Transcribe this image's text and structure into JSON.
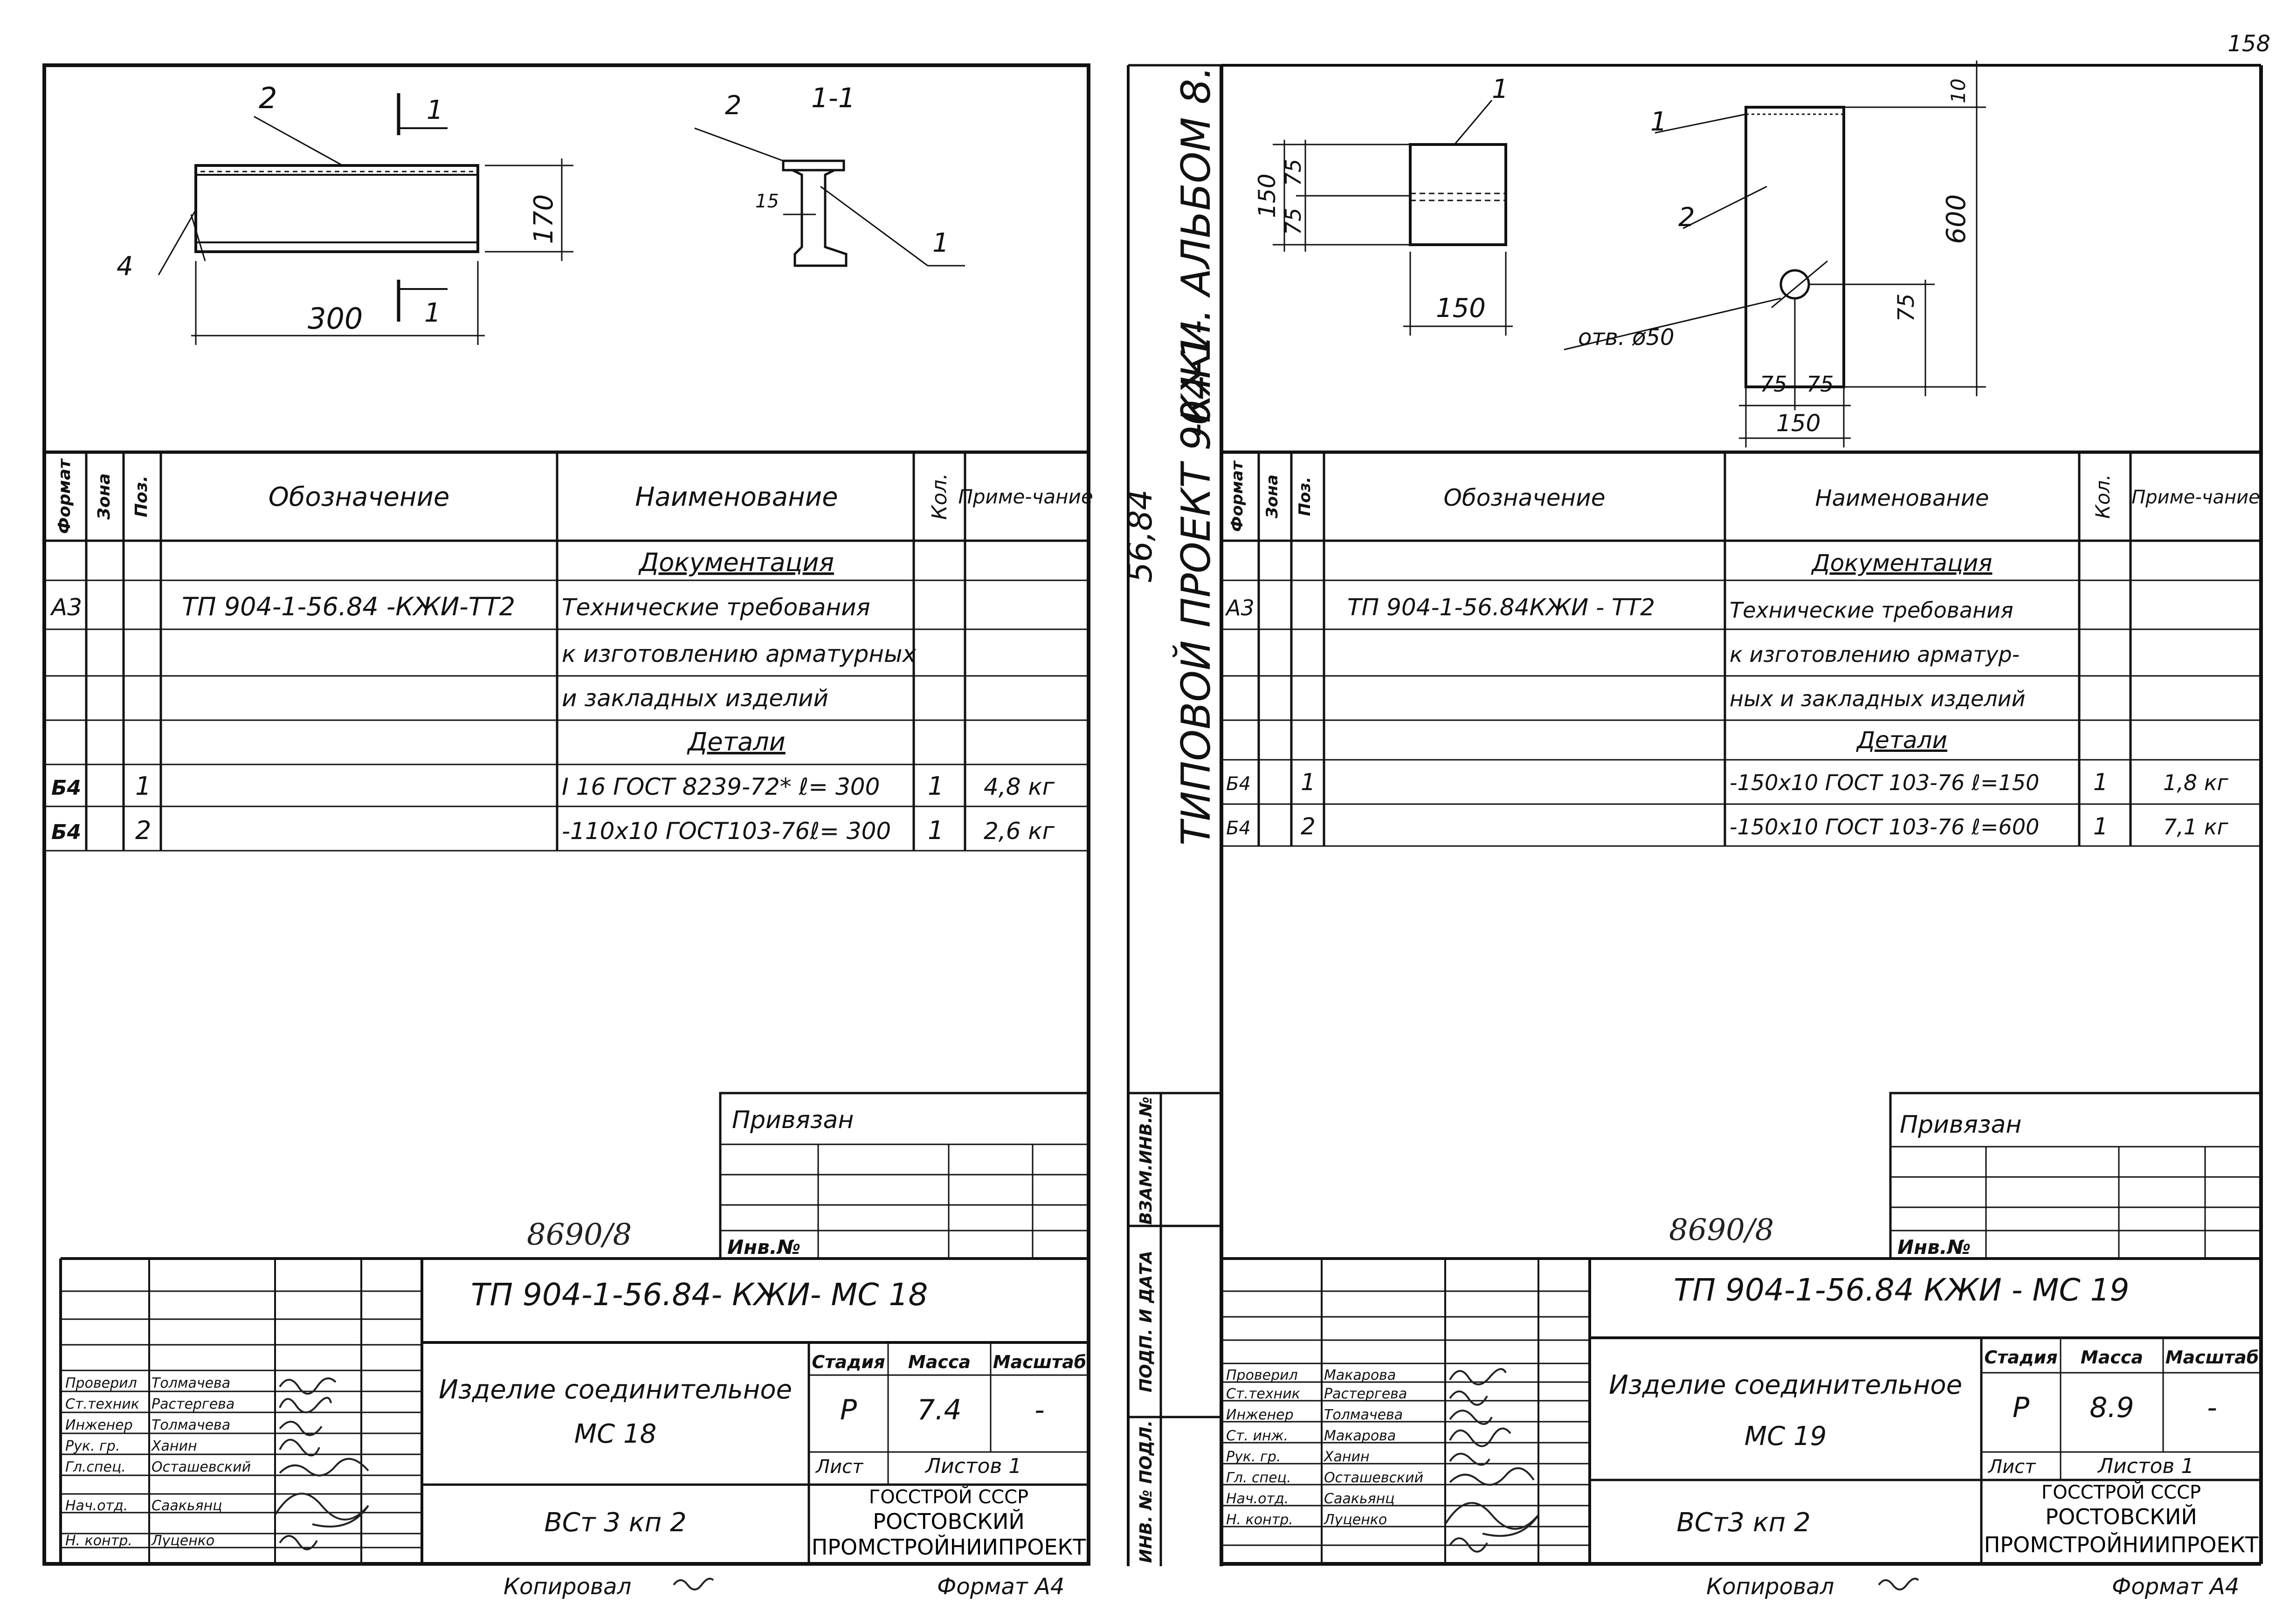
{
  "page_number": "158",
  "stamp_vertical": {
    "line1": "ТИПОВОЙ  ПРОЕКТ 904-1-",
    "line2": "56,84",
    "line3": "-КЖИ. АЛЬБОМ 8."
  },
  "side_strip": [
    "ВЗАМ.ИНВ.№",
    "ПОДП. И ДАТА",
    "ИНВ. № ПОДЛ."
  ],
  "left": {
    "drawing": {
      "callout_pos2": "2",
      "callout_pos1": "1",
      "section_mark": "1",
      "section_title": "1-1",
      "dim_length": "300",
      "dim_height": "170",
      "dim_weld": "15",
      "callout_pos2_section": "2",
      "callout_pos1_section": "1",
      "weld_mark": "4"
    },
    "spec": {
      "headers": {
        "format": "Формат",
        "zone": "Зона",
        "pos": "Поз.",
        "designation": "Обозначение",
        "name": "Наименование",
        "qty": "Кол.",
        "note": "Приме-чание"
      },
      "section_docs": "Документация",
      "doc_format": "А3",
      "doc_designation": "ТП 904-1-56.84 -КЖИ-ТТ2",
      "doc_name_lines": [
        "Технические требования",
        "к изготовлению арматурных",
        "и закладных изделий"
      ],
      "section_parts": "Детали",
      "rows": [
        {
          "format": "Б4",
          "pos": "1",
          "name": "I 16 ГОСТ 8239-72* ℓ= 300",
          "qty": "1",
          "note": "4,8 кг"
        },
        {
          "format": "Б4",
          "pos": "2",
          "name": "-110x10 ГОСТ103-76ℓ= 300",
          "qty": "1",
          "note": "2,6 кг"
        }
      ]
    },
    "privyazan": "Привязан",
    "inv_label": "Инв.№",
    "archive_no": "8690/8",
    "title_block": {
      "code": "ТП 904-1-56.84- КЖИ- МС 18",
      "item_name": "Изделие соединительное",
      "item_code": "МС 18",
      "material": "ВСт 3 кп 2",
      "stage_label": "Стадия",
      "mass_label": "Масса",
      "scale_label": "Масштаб",
      "stage": "Р",
      "mass": "7.4",
      "scale": "-",
      "sheet_label": "Лист",
      "sheets_label": "Листов 1",
      "org1": "ГОССТРОЙ СССР",
      "org2": "РОСТОВСКИЙ",
      "org3": "ПРОМСТРОЙНИИПРОЕКТ",
      "people": [
        {
          "role": "Проверил",
          "name": "Толмачева"
        },
        {
          "role": "Ст.техник",
          "name": "Растергева"
        },
        {
          "role": "Инженер",
          "name": "Толмачева"
        },
        {
          "role": "Рук. гр.",
          "name": "Ханин"
        },
        {
          "role": "Гл.спец.",
          "name": "Осташевский"
        },
        {
          "role": "Нач.отд.",
          "name": "Саакьянц"
        },
        {
          "role": "Н. контр.",
          "name": "Луценко"
        }
      ]
    },
    "footer_copied": "Копировал",
    "footer_format": "Формат А4"
  },
  "right": {
    "drawing": {
      "callout_1_small": "1",
      "callout_1": "1",
      "callout_2": "2",
      "dim_150_top": "150",
      "dim_75a": "75",
      "dim_75b": "75",
      "dim_150_bottom": "150",
      "dim_10": "10",
      "dim_600": "600",
      "dim_75_right": "75",
      "dim_75_l": "75",
      "dim_75_r": "75",
      "dim_150_plate": "150",
      "hole_label": "отв. ø50"
    },
    "spec": {
      "headers": {
        "format": "Формат",
        "zone": "Зона",
        "pos": "Поз.",
        "designation": "Обозначение",
        "name": "Наименование",
        "qty": "Кол.",
        "note": "Приме-чание"
      },
      "section_docs": "Документация",
      "doc_format": "А3",
      "doc_designation": "ТП 904-1-56.84КЖИ - ТТ2",
      "doc_name_lines": [
        "Технические требования",
        "к изготовлению арматур-",
        "ных и закладных изделий"
      ],
      "section_parts": "Детали",
      "rows": [
        {
          "format": "Б4",
          "pos": "1",
          "name": "-150x10 ГОСТ 103-76 ℓ=150",
          "qty": "1",
          "note": "1,8 кг"
        },
        {
          "format": "Б4",
          "pos": "2",
          "name": "-150x10 ГОСТ 103-76 ℓ=600",
          "qty": "1",
          "note": "7,1 кг"
        }
      ]
    },
    "privyazan": "Привязан",
    "inv_label": "Инв.№",
    "archive_no": "8690/8",
    "title_block": {
      "code": "ТП 904-1-56.84 КЖИ - МС 19",
      "item_name": "Изделие соединительное",
      "item_code": "МС 19",
      "material": "ВСт3 кп 2",
      "stage_label": "Стадия",
      "mass_label": "Масса",
      "scale_label": "Масштаб",
      "stage": "Р",
      "mass": "8.9",
      "scale": "-",
      "sheet_label": "Лист",
      "sheets_label": "Листов 1",
      "org1": "ГОССТРОЙ СССР",
      "org2": "РОСТОВСКИЙ",
      "org3": "ПРОМСТРОЙНИИПРОЕКТ",
      "people": [
        {
          "role": "Проверил",
          "name": "Макарова"
        },
        {
          "role": "Ст.техник",
          "name": "Растергева"
        },
        {
          "role": "Инженер",
          "name": "Толмачева"
        },
        {
          "role": "Ст. инж.",
          "name": "Макарова"
        },
        {
          "role": "Рук. гр.",
          "name": "Ханин"
        },
        {
          "role": "Гл. спец.",
          "name": "Осташевский"
        },
        {
          "role": "Нач.отд.",
          "name": "Саакьянц"
        },
        {
          "role": "Н. контр.",
          "name": "Луценко"
        }
      ]
    },
    "footer_copied": "Копировал",
    "footer_format": "Формат А4"
  }
}
